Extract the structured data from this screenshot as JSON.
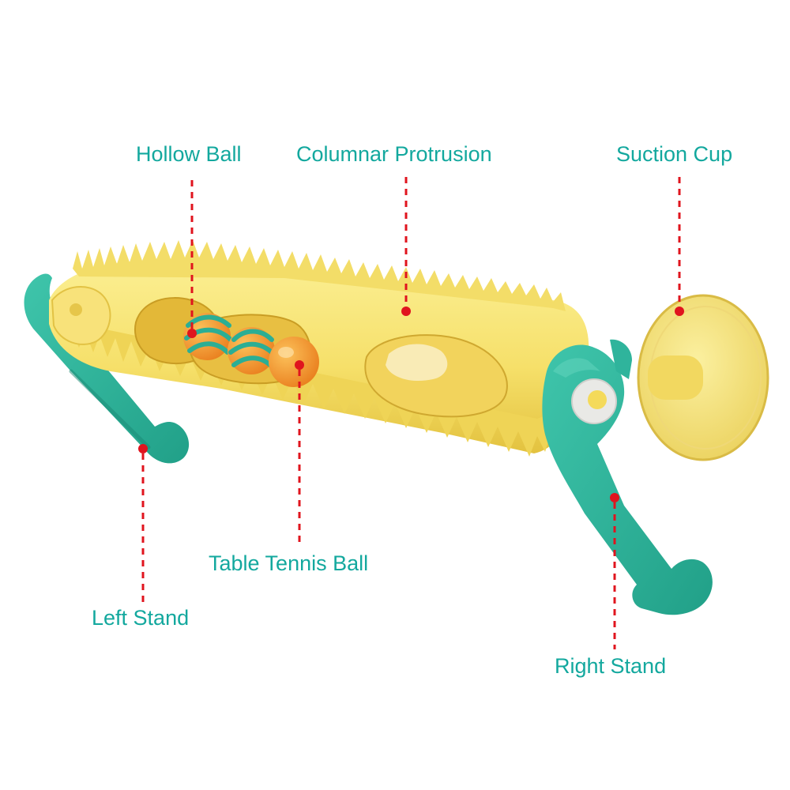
{
  "labels": {
    "hollow_ball": "Hollow Ball",
    "columnar_protrusion": "Columnar Protrusion",
    "suction_cup": "Suction Cup",
    "table_tennis_ball": "Table Tennis Ball",
    "left_stand": "Left Stand",
    "right_stand": "Right Stand"
  },
  "colors": {
    "label_text": "#13a89e",
    "leader_line": "#e0141e",
    "body_yellow": "#f6e36a",
    "body_shadow": "#e6c43e",
    "stand_teal": "#2fb49c",
    "ball_orange": "#f29a2e"
  }
}
